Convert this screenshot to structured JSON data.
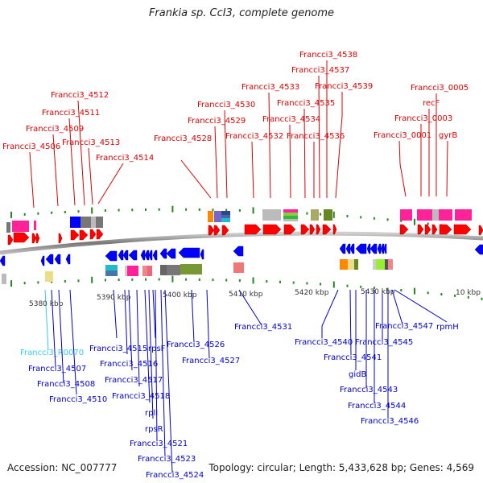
{
  "title": "Frankia sp. CcI3, complete genome",
  "footer": {
    "accession": "Accession: NC_007777",
    "summary": "Topology: circular; Length: 5,433,628 bp; Genes: 4,569"
  },
  "colors": {
    "forward_label": "#dd0000",
    "reverse_label": "#0000cc",
    "rna_label": "#33ccee",
    "forward_gene": "#ff0000",
    "reverse_gene": "#0000ff",
    "backbone": "#888888",
    "tick": "#228822"
  },
  "scale_labels": [
    {
      "text": "5380 kbp"
    },
    {
      "text": "5390 kbp"
    },
    {
      "text": "5400 kbp"
    },
    {
      "text": "5410 kbp"
    },
    {
      "text": "5420 kbp"
    },
    {
      "text": "5430 kbp"
    },
    {
      "text": "10 kbp"
    }
  ],
  "forward_labels": [
    {
      "text": "Francci3_4512"
    },
    {
      "text": "Francci3_4511"
    },
    {
      "text": "Francci3_4509"
    },
    {
      "text": "Francci3_4506"
    },
    {
      "text": "Francci3_4513"
    },
    {
      "text": "Francci3_4514"
    },
    {
      "text": "Francci3_4528"
    },
    {
      "text": "Francci3_4529"
    },
    {
      "text": "Francci3_4530"
    },
    {
      "text": "Francci3_4532"
    },
    {
      "text": "Francci3_4533"
    },
    {
      "text": "Francci3_4534"
    },
    {
      "text": "Francci3_4535"
    },
    {
      "text": "Francci3_4536"
    },
    {
      "text": "Francci3_4537"
    },
    {
      "text": "Francci3_4538"
    },
    {
      "text": "Francci3_4539"
    },
    {
      "text": "Francci3_0001"
    },
    {
      "text": "Francci3_0003"
    },
    {
      "text": "recF"
    },
    {
      "text": "Francci3_0005"
    },
    {
      "text": "gyrB"
    }
  ],
  "reverse_labels": [
    {
      "text": "Francci3_R0070",
      "rna": true
    },
    {
      "text": "Francci3_4507"
    },
    {
      "text": "Francci3_4508"
    },
    {
      "text": "Francci3_4510"
    },
    {
      "text": "Francci3_4515"
    },
    {
      "text": "Francci3_4516"
    },
    {
      "text": "Francci3_4517"
    },
    {
      "text": "Francci3_4518"
    },
    {
      "text": "rplI"
    },
    {
      "text": "rpsR"
    },
    {
      "text": "rpsF"
    },
    {
      "text": "Francci3_4521"
    },
    {
      "text": "Francci3_4523"
    },
    {
      "text": "Francci3_4524"
    },
    {
      "text": "Francci3_4526"
    },
    {
      "text": "Francci3_4527"
    },
    {
      "text": "Francci3_4531"
    },
    {
      "text": "Francci3_4540"
    },
    {
      "text": "Francci3_4541"
    },
    {
      "text": "gidB"
    },
    {
      "text": "Francci3_4543"
    },
    {
      "text": "Francci3_4544"
    },
    {
      "text": "Francci3_4545"
    },
    {
      "text": "Francci3_4546"
    },
    {
      "text": "Francci3_4547"
    },
    {
      "text": "rpmH"
    }
  ]
}
